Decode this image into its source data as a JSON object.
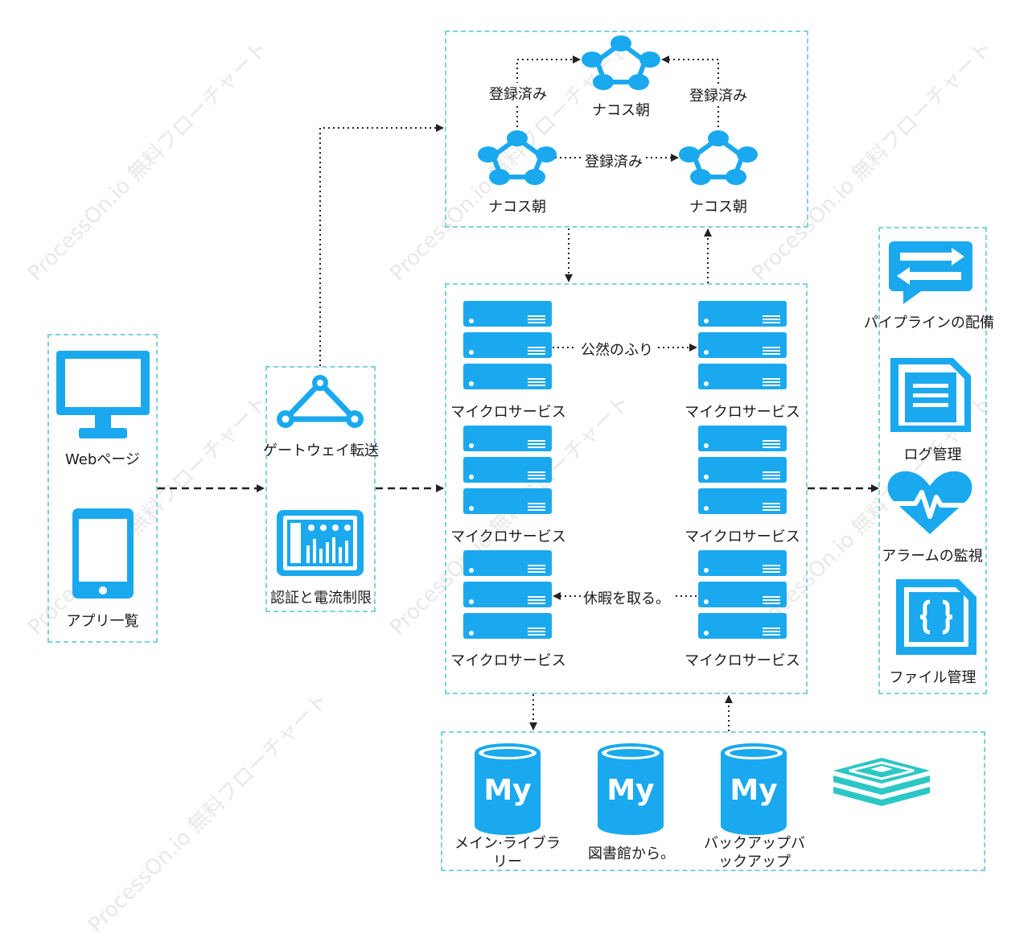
{
  "watermark": "ProcessOn.io 無料フローチャート",
  "colors": {
    "accent": "#1aa9ee",
    "border": "#7dd3dc",
    "arrow": "#222222"
  },
  "clients": {
    "web": "Webページ",
    "app": "アプリ一覧"
  },
  "gateway": {
    "forward": "ゲートウェイ転送",
    "auth": "認証と電流制限"
  },
  "registry": {
    "node_top": "ナコス朝",
    "node_left": "ナコス朝",
    "node_right": "ナコス朝",
    "edge_left": "登録済み",
    "edge_right": "登録済み",
    "edge_bottom": "登録済み"
  },
  "services": {
    "items": [
      "マイクロサービス",
      "マイクロサービス",
      "マイクロサービス",
      "マイクロサービス",
      "マイクロサービス",
      "マイクロサービス"
    ],
    "edge_top": "公然のふり",
    "edge_bottom": "休暇を取る。"
  },
  "ops": {
    "pipeline": "パイプラインの配備",
    "log": "ログ管理",
    "alarm": "アラームの監視",
    "file": "ファイル管理"
  },
  "storage": {
    "main": "メイン·ライブラリー",
    "library": "図書館から。",
    "backup": "バックアップバックアップ",
    "db_badge": "My"
  }
}
